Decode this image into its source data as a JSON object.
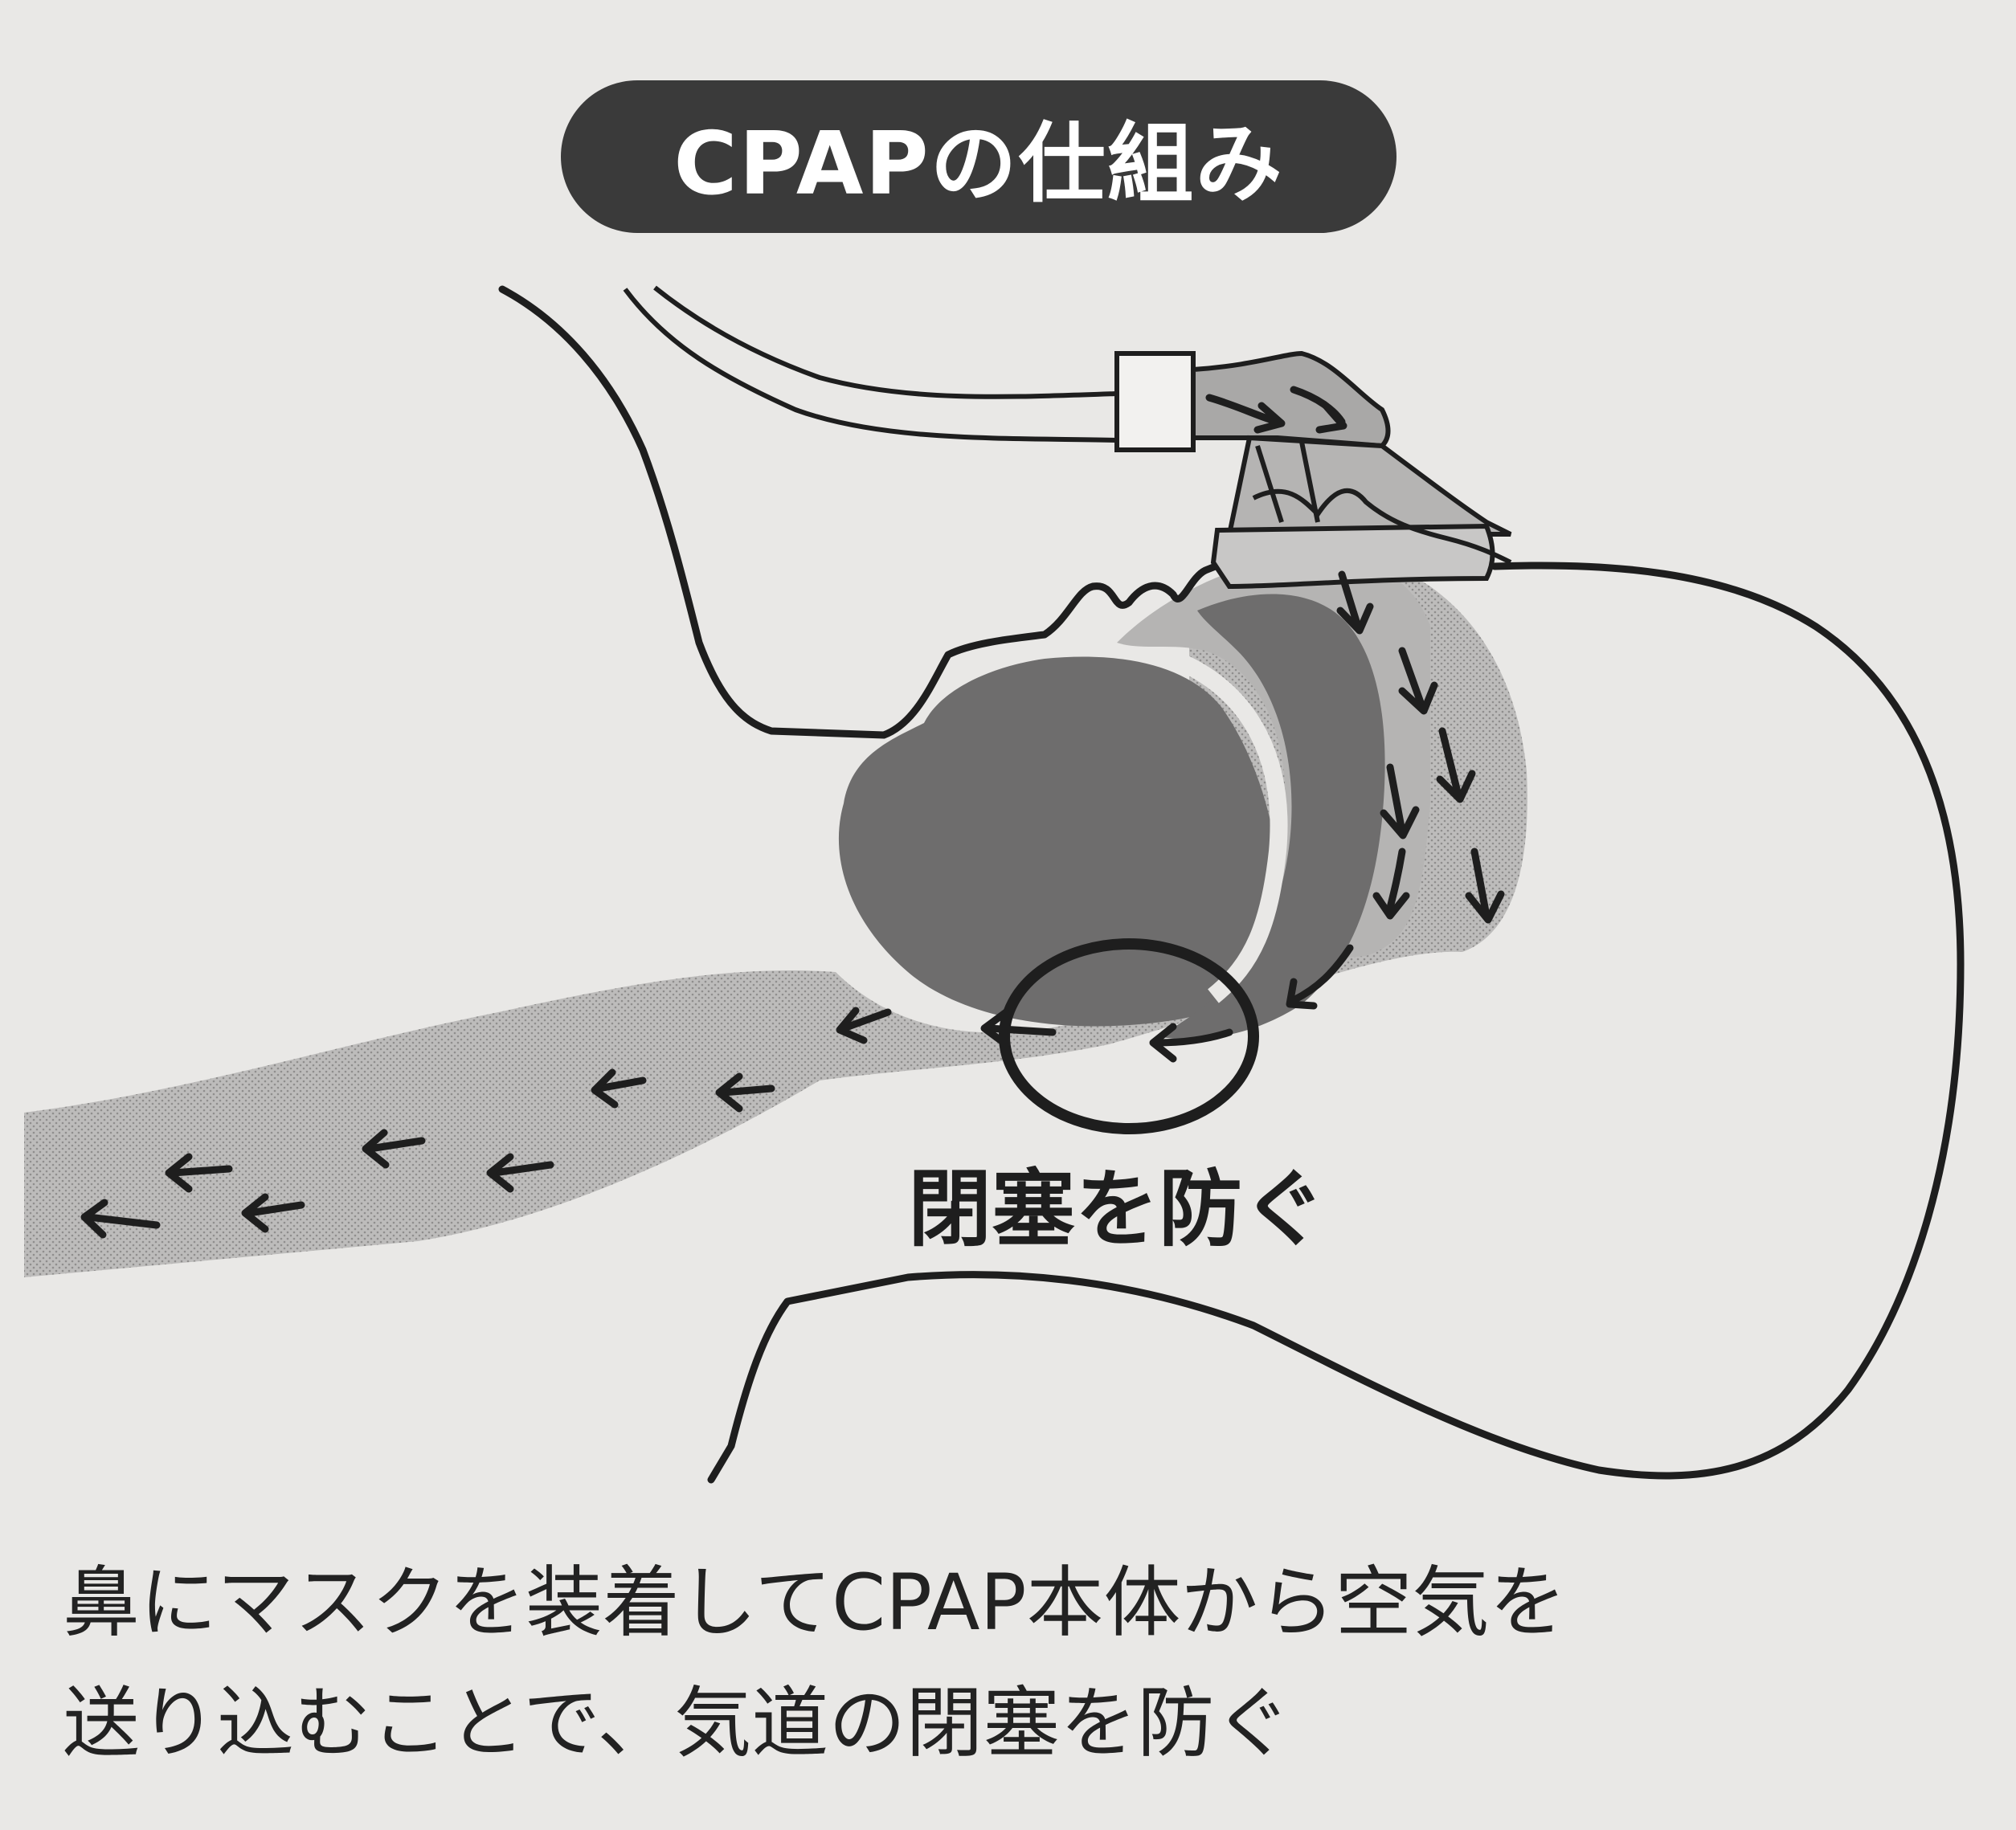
{
  "title": "CPAPの仕組み",
  "label": "閉塞を防ぐ",
  "caption": {
    "line1": "鼻にマスクを装着してCPAP本体から空気を",
    "line2": "送り込むことで、気道の閉塞を防ぐ"
  },
  "colors": {
    "background": "#e9e8e6",
    "title_pill": "#3a3a3a",
    "tissue_dark": "#6f6e6e",
    "airway_light": "#b7b6b5",
    "outline": "#1e1e1e"
  },
  "icons": [
    "airflow-arrow-icon",
    "obstruction-circle-icon",
    "cpap-mask-icon",
    "hose-icon"
  ]
}
